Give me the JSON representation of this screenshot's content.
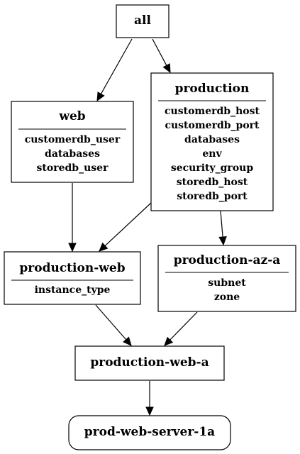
{
  "nodes": {
    "all": {
      "title": "all",
      "vars": []
    },
    "web": {
      "title": "web",
      "vars": [
        "customerdb_user",
        "databases",
        "storedb_user"
      ]
    },
    "production": {
      "title": "production",
      "vars": [
        "customerdb_host",
        "customerdb_port",
        "databases",
        "env",
        "security_group",
        "storedb_host",
        "storedb_port"
      ]
    },
    "production_web": {
      "title": "production-web",
      "vars": [
        "instance_type"
      ]
    },
    "production_az_a": {
      "title": "production-az-a",
      "vars": [
        "subnet",
        "zone"
      ]
    },
    "production_web_a": {
      "title": "production-web-a",
      "vars": []
    },
    "prod_web_server_1a": {
      "title": "prod-web-server-1a",
      "vars": []
    }
  },
  "edges": [
    [
      "all",
      "web"
    ],
    [
      "all",
      "production"
    ],
    [
      "web",
      "production_web"
    ],
    [
      "production",
      "production_web"
    ],
    [
      "production",
      "production_az_a"
    ],
    [
      "production_web",
      "production_web_a"
    ],
    [
      "production_az_a",
      "production_web_a"
    ],
    [
      "production_web_a",
      "prod_web_server_1a"
    ]
  ]
}
